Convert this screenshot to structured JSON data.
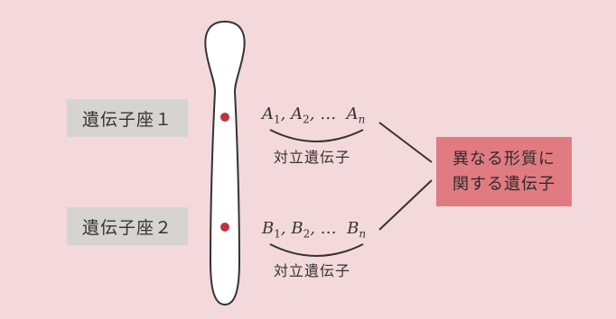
{
  "locus_1": {
    "label": "遺伝子座１"
  },
  "locus_2": {
    "label": "遺伝子座２"
  },
  "alleles_a": {
    "letter": "A",
    "subs": [
      "1",
      "2"
    ],
    "ellipsis": "…",
    "last_sub": "n",
    "group_label": "対立遺伝子"
  },
  "alleles_b": {
    "letter": "B",
    "subs": [
      "1",
      "2"
    ],
    "ellipsis": "…",
    "last_sub": "n",
    "group_label": "対立遺伝子"
  },
  "result": {
    "line1": "異なる形質に",
    "line2": "関する遺伝子"
  },
  "colors": {
    "background": "#f3d9db",
    "locus_box": "#d6d4d3",
    "result_box": "#e17b82",
    "locus_dot": "#c0333d",
    "chromosome_fill": "#ffffff",
    "stroke": "#333333"
  }
}
